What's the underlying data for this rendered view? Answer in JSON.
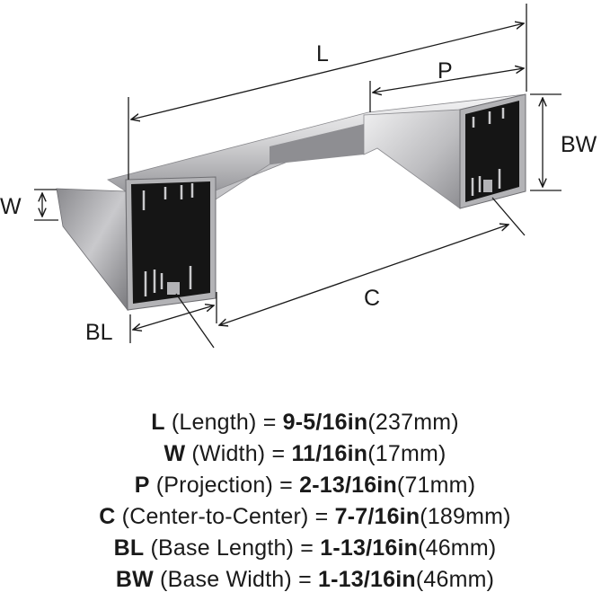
{
  "diagram": {
    "labels": {
      "L": "L",
      "P": "P",
      "BW": "BW",
      "W": "W",
      "C": "C",
      "BL": "BL"
    },
    "colors": {
      "metal_light": "#e9e9ea",
      "metal_mid": "#b9b9bc",
      "metal_dark": "#6e6e72",
      "cavity": "#151515",
      "line": "#1a1a1a"
    }
  },
  "specs": [
    {
      "label": "L",
      "desc": " (Length) = ",
      "value": "9-5/16in",
      "metric": "(237mm)"
    },
    {
      "label": "W",
      "desc": " (Width) = ",
      "value": "11/16in",
      "metric": "(17mm)"
    },
    {
      "label": "P",
      "desc": " (Projection) = ",
      "value": "2-13/16in",
      "metric": "(71mm)"
    },
    {
      "label": "C",
      "desc": " (Center-to-Center) = ",
      "value": "7-7/16in",
      "metric": "(189mm)"
    },
    {
      "label": "BL",
      "desc": " (Base Length) = ",
      "value": "1-13/16in",
      "metric": "(46mm)"
    },
    {
      "label": "BW",
      "desc": " (Base Width) = ",
      "value": "1-13/16in",
      "metric": "(46mm)"
    }
  ]
}
